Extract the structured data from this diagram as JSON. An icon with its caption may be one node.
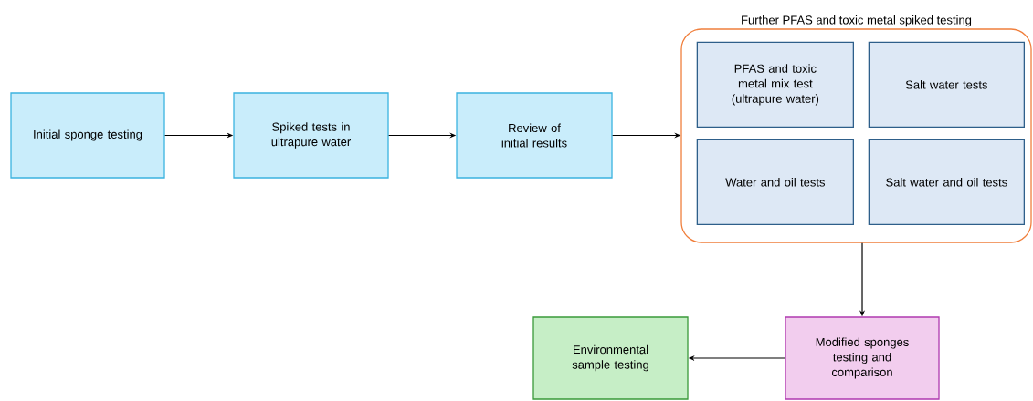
{
  "diagram": {
    "nodes": [
      {
        "text": [
          "Initial sponge testing"
        ]
      },
      {
        "text": [
          "Spiked tests in ultrapure water"
        ]
      },
      {
        "text": [
          "Review of initial results"
        ]
      },
      {
        "text": [
          "Further PFAS and toxic metal spiked testing"
        ]
      },
      {
        "text": [
          "PFAS and toxic metal mix test (ultrapure water)"
        ],
        "in": 3
      },
      {
        "text": [
          "Salt water tests"
        ],
        "in": 3
      },
      {
        "text": [
          "Water and oil tests"
        ],
        "in": 3
      },
      {
        "text": [
          "Salt water and oil tests"
        ],
        "in": 3
      },
      {
        "text": [
          "Modified sponges testing and comparison"
        ]
      },
      {
        "text": [
          "Environmental sample testing"
        ]
      }
    ],
    "edges": [
      {
        "from": 0,
        "to": 1,
        "arrow": "to"
      },
      {
        "from": 1,
        "to": 2,
        "arrow": "to"
      },
      {
        "from": 2,
        "to": 3,
        "arrow": "to"
      },
      {
        "from": 3,
        "to": 8,
        "arrow": "to"
      },
      {
        "from": 8,
        "to": 9,
        "arrow": "to"
      }
    ]
  }
}
